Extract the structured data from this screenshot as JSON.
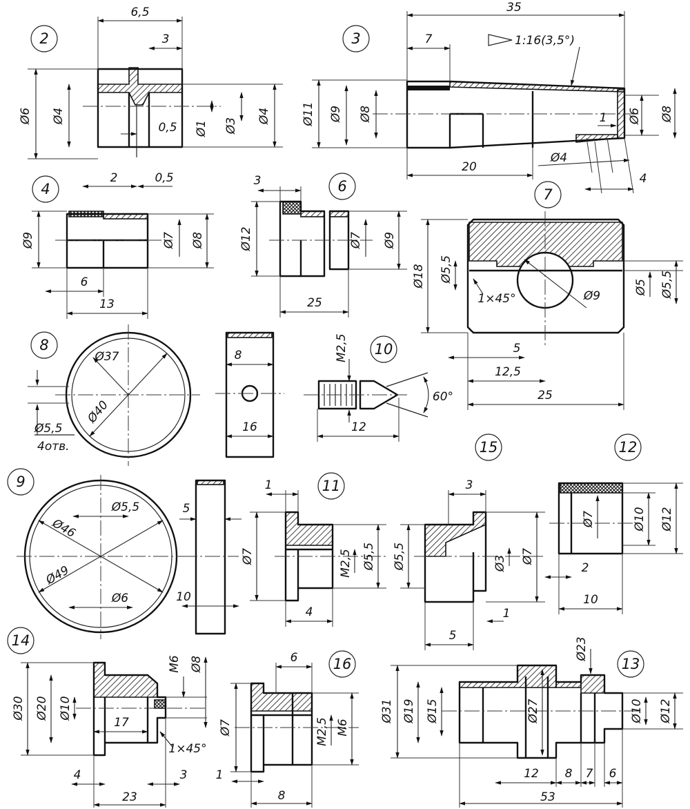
{
  "drawing": {
    "details": [
      {
        "number": "2",
        "dims": {
          "d1": "6,5",
          "d2": "3",
          "d3": "Ø6",
          "d4": "Ø4",
          "d5": "0,5",
          "d6": "Ø1",
          "d7": "Ø3",
          "d8": "Ø4",
          "d9": "2",
          "d10": "0,5"
        }
      },
      {
        "number": "3",
        "dims": {
          "d1": "35",
          "d2": "7",
          "d3": "1:16(3,5°)",
          "d4": "Ø11",
          "d5": "Ø9",
          "d6": "Ø8",
          "d7": "1",
          "d8": "Ø6",
          "d9": "Ø8",
          "d10": "20",
          "d11": "Ø4",
          "d12": "4"
        }
      },
      {
        "number": "4",
        "dims": {
          "d1": "Ø9",
          "d2": "Ø7",
          "d3": "Ø8",
          "d4": "6",
          "d5": "13"
        }
      },
      {
        "number": "6",
        "dims": {
          "d1": "3",
          "d2": "Ø12",
          "d3": "Ø7",
          "d4": "Ø9",
          "d5": "25"
        }
      },
      {
        "number": "7",
        "dims": {
          "d1": "Ø18",
          "d2": "Ø5,5",
          "d3": "1×45°",
          "d4": "Ø9",
          "d5": "Ø5",
          "d6": "Ø5,5",
          "d7": "5",
          "d8": "12,5",
          "d9": "25"
        }
      },
      {
        "number": "8",
        "dims": {
          "d1": "Ø37",
          "d2": "Ø40",
          "d3": "Ø5,5",
          "d4": "4отв.",
          "d5": "8",
          "d6": "16"
        }
      },
      {
        "number": "10",
        "dims": {
          "d1": "M2,5",
          "d2": "60°",
          "d3": "12"
        }
      },
      {
        "number": "15",
        "dims": {
          "d1": "3",
          "d2": "Ø5,5",
          "d3": "Ø3",
          "d4": "Ø7",
          "d5": "1",
          "d6": "5"
        }
      },
      {
        "number": "12",
        "dims": {
          "d1": "Ø7",
          "d2": "Ø10",
          "d3": "Ø12",
          "d4": "2",
          "d5": "10"
        }
      },
      {
        "number": "9",
        "dims": {
          "d1": "Ø5,5",
          "d2": "Ø46",
          "d3": "Ø49",
          "d4": "Ø6",
          "d5": "5",
          "d6": "10"
        }
      },
      {
        "number": "11",
        "dims": {
          "d1": "1",
          "d2": "Ø7",
          "d3": "M2,5",
          "d4": "Ø5,5",
          "d5": "4"
        }
      },
      {
        "number": "14",
        "dims": {
          "d1": "Ø30",
          "d2": "Ø20",
          "d3": "Ø10",
          "d4": "M6",
          "d5": "Ø8",
          "d6": "17",
          "d7": "1×45°",
          "d8": "4",
          "d9": "3",
          "d10": "23"
        }
      },
      {
        "number": "16",
        "dims": {
          "d1": "6",
          "d2": "Ø7",
          "d3": "M2,5",
          "d4": "M6",
          "d5": "1",
          "d6": "8"
        }
      },
      {
        "number": "13",
        "dims": {
          "d1": "Ø23",
          "d2": "Ø31",
          "d3": "Ø19",
          "d4": "Ø15",
          "d5": "Ø27",
          "d6": "Ø10",
          "d7": "Ø12",
          "d8": "12",
          "d9": "8",
          "d10": "7",
          "d11": "6",
          "d12": "53"
        }
      }
    ]
  }
}
